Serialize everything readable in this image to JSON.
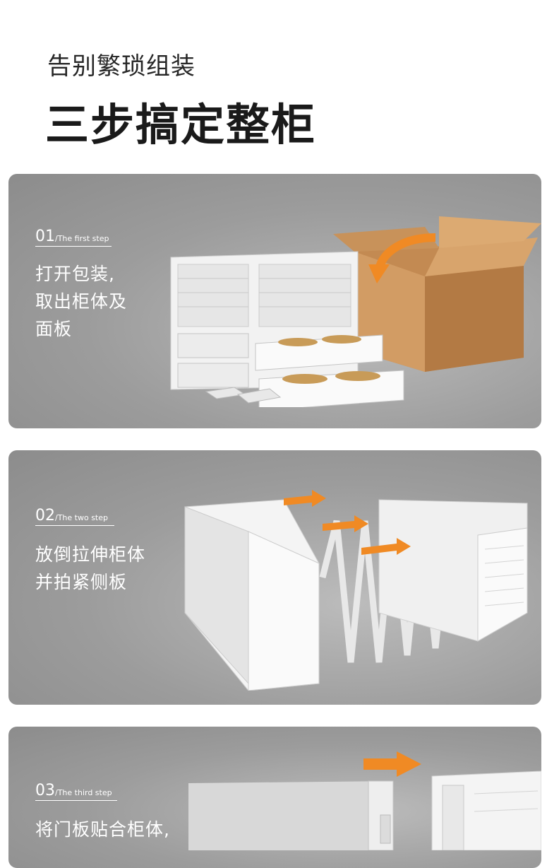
{
  "header": {
    "subtitle": "告别繁琐组装",
    "title": "三步搞定整柜"
  },
  "steps": [
    {
      "num": "01",
      "en": "/The first step",
      "desc": [
        "打开包装,",
        "取出柜体及",
        "面板"
      ]
    },
    {
      "num": "02",
      "en": "/The two step",
      "desc": [
        "放倒拉伸柜体",
        "并拍紧侧板"
      ]
    },
    {
      "num": "03",
      "en": "/The third step",
      "desc": [
        "将门板贴合柜体,"
      ]
    }
  ],
  "colors": {
    "panel_gray": "#9c9c9c",
    "arrow_orange": "#f08a24",
    "box_cardboard": "#c8925a",
    "text_white": "#ffffff"
  }
}
